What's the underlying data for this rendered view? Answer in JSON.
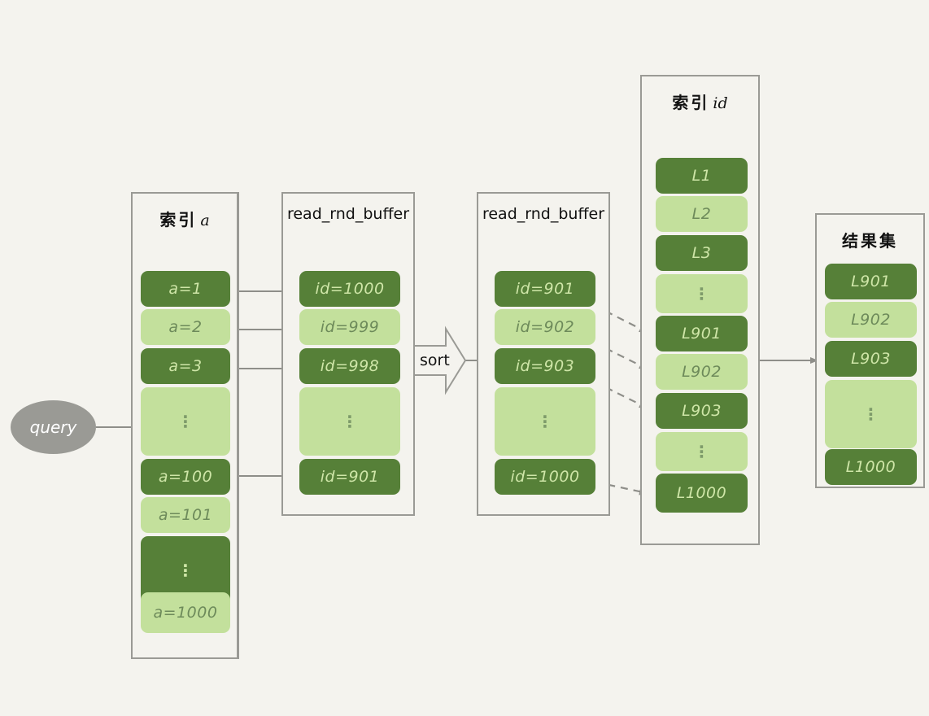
{
  "diagram": {
    "title_text": "MySQL index lookup with read_rnd_buffer sort (rowid sort) flow",
    "background_color": "#f4f3ee",
    "dark_cell_color": "#568038",
    "light_cell_color": "#c3e09c",
    "line_color": "#9a9a95",
    "ellipsis_glyph": "⋮"
  },
  "query_node": {
    "label": "query"
  },
  "sort_node": {
    "label": "sort"
  },
  "panels": {
    "index_a": {
      "title_cn": "索引",
      "title_ltr": "a",
      "cells": [
        {
          "label": "a=1",
          "shade": "dark"
        },
        {
          "label": "a=2",
          "shade": "light"
        },
        {
          "label": "a=3",
          "shade": "dark"
        },
        {
          "label": "⋮",
          "shade": "light"
        },
        {
          "label": "a=100",
          "shade": "dark"
        },
        {
          "label": "a=101",
          "shade": "light"
        },
        {
          "label": "⋮",
          "shade": "dark"
        },
        {
          "label": "a=1000",
          "shade": "light"
        }
      ]
    },
    "buffer_unsorted": {
      "title": "read_rnd_buffer",
      "cells": [
        {
          "label": "id=1000",
          "shade": "dark"
        },
        {
          "label": "id=999",
          "shade": "light"
        },
        {
          "label": "id=998",
          "shade": "dark"
        },
        {
          "label": "⋮",
          "shade": "light"
        },
        {
          "label": "id=901",
          "shade": "dark"
        }
      ]
    },
    "buffer_sorted": {
      "title": "read_rnd_buffer",
      "cells": [
        {
          "label": "id=901",
          "shade": "dark"
        },
        {
          "label": "id=902",
          "shade": "light"
        },
        {
          "label": "id=903",
          "shade": "dark"
        },
        {
          "label": "⋮",
          "shade": "light"
        },
        {
          "label": "id=1000",
          "shade": "dark"
        }
      ]
    },
    "index_id": {
      "title_cn": "索引",
      "title_ltr": "id",
      "cells": [
        {
          "label": "L1",
          "shade": "dark"
        },
        {
          "label": "L2",
          "shade": "light"
        },
        {
          "label": "L3",
          "shade": "dark"
        },
        {
          "label": "⋮",
          "shade": "light"
        },
        {
          "label": "L901",
          "shade": "dark"
        },
        {
          "label": "L902",
          "shade": "light"
        },
        {
          "label": "L903",
          "shade": "dark"
        },
        {
          "label": "⋮",
          "shade": "light"
        },
        {
          "label": "L1000",
          "shade": "dark"
        }
      ]
    },
    "result_set": {
      "title_cn": "结果集",
      "cells": [
        {
          "label": "L901",
          "shade": "dark"
        },
        {
          "label": "L902",
          "shade": "light"
        },
        {
          "label": "L903",
          "shade": "dark"
        },
        {
          "label": "⋮",
          "shade": "light"
        },
        {
          "label": "L1000",
          "shade": "dark"
        }
      ]
    }
  }
}
